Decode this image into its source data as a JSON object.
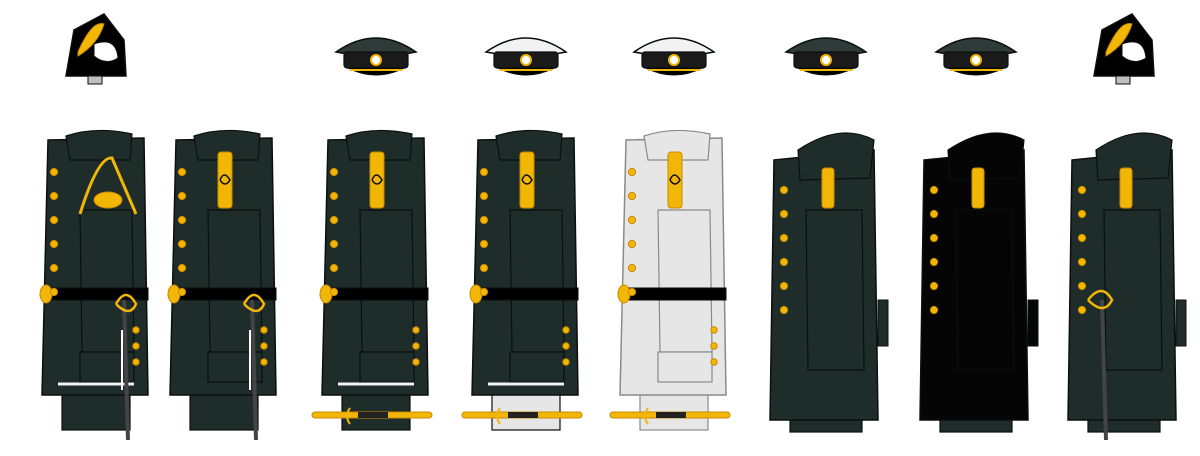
{
  "palette": {
    "background": "#ffffff",
    "cloth_dark": "#1f2d2a",
    "cloth_black": "#050505",
    "cloth_white": "#e6e6e6",
    "gold": "#f2b705",
    "gold_dark": "#c98a00",
    "outline": "#0b0f0e",
    "cap_band": "#1a1a1a",
    "silver": "#bfbfbf"
  },
  "figures": [
    {
      "id": "fig-1",
      "headwear": "bicorne",
      "coat": "full-dress",
      "cloth": "dark",
      "sash": true,
      "epaulette": true,
      "sword": true,
      "stripe": true
    },
    {
      "id": "fig-2",
      "headwear": "none",
      "coat": "full-dress-back",
      "cloth": "dark",
      "sash": true,
      "shoulder_board": true,
      "sword": true
    },
    {
      "id": "fig-3",
      "headwear": "peaked-cap",
      "cap_crown": "dark",
      "coat": "frock",
      "cloth": "dark",
      "sash": true,
      "shoulder_board": true,
      "dirk": true,
      "stripe": true
    },
    {
      "id": "fig-4",
      "headwear": "peaked-cap",
      "cap_crown": "white",
      "coat": "frock",
      "cloth": "dark",
      "sash": true,
      "shoulder_board": true,
      "dirk": true,
      "trousers": "white",
      "stripe": true
    },
    {
      "id": "fig-5",
      "headwear": "peaked-cap",
      "cap_crown": "white",
      "coat": "frock",
      "cloth": "white",
      "sash": true,
      "shoulder_board": true,
      "dirk": true,
      "trousers": "white"
    },
    {
      "id": "fig-6",
      "headwear": "peaked-cap",
      "cap_crown": "dark",
      "coat": "greatcoat",
      "cloth": "dark",
      "shoulder_board": true
    },
    {
      "id": "fig-7",
      "headwear": "peaked-cap",
      "cap_crown": "dark",
      "coat": "greatcoat",
      "cloth": "black",
      "shoulder_board": true
    },
    {
      "id": "fig-8",
      "headwear": "bicorne",
      "coat": "greatcoat",
      "cloth": "dark",
      "shoulder_board": true,
      "sword": true
    }
  ]
}
